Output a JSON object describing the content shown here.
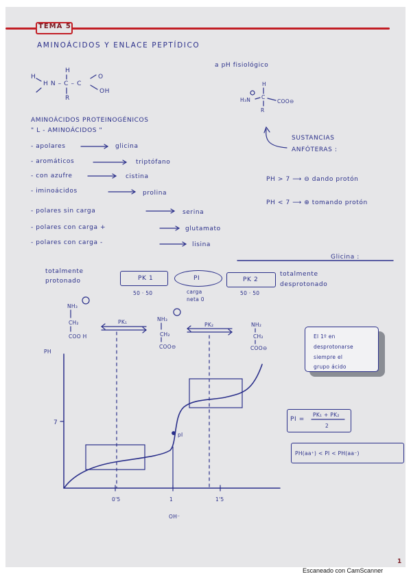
{
  "header": {
    "tema": "TEMA 5",
    "title": "AMINOÁCIDOS Y ENLACE PEPTÍDICO"
  },
  "structures": {
    "left": {
      "top_h": "H",
      "row": "H  N  –  C  –  C",
      "h_left": "H",
      "o": "O",
      "oh": "OH",
      "r": "R"
    },
    "ph_title": "a pH fisiológico",
    "zwitterion": {
      "h": "H",
      "nh3": "H₃N",
      "c": "C",
      "coo": "COO⊖",
      "r": "R"
    }
  },
  "proteinogenic": {
    "heading": "AMINOÁCIDOS PROTEINOGÉNICOS",
    "subheading": "\" L - AMINOÁCIDOS \"",
    "items": [
      {
        "label": "- apolares",
        "example": "glicina"
      },
      {
        "label": "- aromáticos",
        "example": "triptófano"
      },
      {
        "label": "- con azufre",
        "example": "cistina"
      },
      {
        "label": "- iminoácidos",
        "example": "prolina"
      },
      {
        "label": "- polares sin carga",
        "example": "serina"
      },
      {
        "label": "- polares con carga +",
        "example": "glutamato"
      },
      {
        "label": "- polares con carga -",
        "example": "lisina"
      }
    ]
  },
  "amphoteric": {
    "heading_1": "SUSTANCIAS",
    "heading_2": "ANFÓTERAS :",
    "rule_1": "PH > 7   ⟶  ⊖  dando protón",
    "rule_2": "PH < 7   ⟶  ⊕  tomando protón"
  },
  "glycine": {
    "title": "Glicina :",
    "left_label_1": "totalmente",
    "left_label_2": "protonado",
    "right_label_1": "totalmente",
    "right_label_2": "desprotonado",
    "pk1": "PK 1",
    "pi": "PI",
    "pk2": "PK 2",
    "ratio_1": "50 · 50",
    "ratio_2": "50 · 50",
    "neutral_1": "carga",
    "neutral_2": "neta 0",
    "species": [
      {
        "nh": "NH₃",
        "ch": "CH₂",
        "coo": "COO H"
      },
      {
        "nh": "NH₃",
        "ch": "CH₂",
        "coo": "COO⊖"
      },
      {
        "nh": "NH₂",
        "ch": "CH₂",
        "coo": "COO⊖"
      }
    ],
    "arrow_1": "PK₁",
    "arrow_2": "PK₂"
  },
  "note": {
    "line_1": "El 1º en",
    "line_2": "desprotonarse",
    "line_3": "siempre el",
    "line_4": "grupo ácido"
  },
  "formulas": {
    "pi_label": "PI =",
    "pi_numerator": "PK₁ + PK₂",
    "pi_denominator": "2",
    "inequality": "PH(aa⁺) < PI < PH(aa⁻)"
  },
  "chart_data": {
    "type": "line",
    "title": "",
    "xlabel": "OH⁻",
    "ylabel": "PH",
    "x_ticks": [
      "0'5",
      "1",
      "1'5"
    ],
    "y_ticks": [
      "7"
    ],
    "annotations": [
      "pI"
    ]
  },
  "page": {
    "number": "1",
    "footer": "Escaneado con CamScanner"
  }
}
